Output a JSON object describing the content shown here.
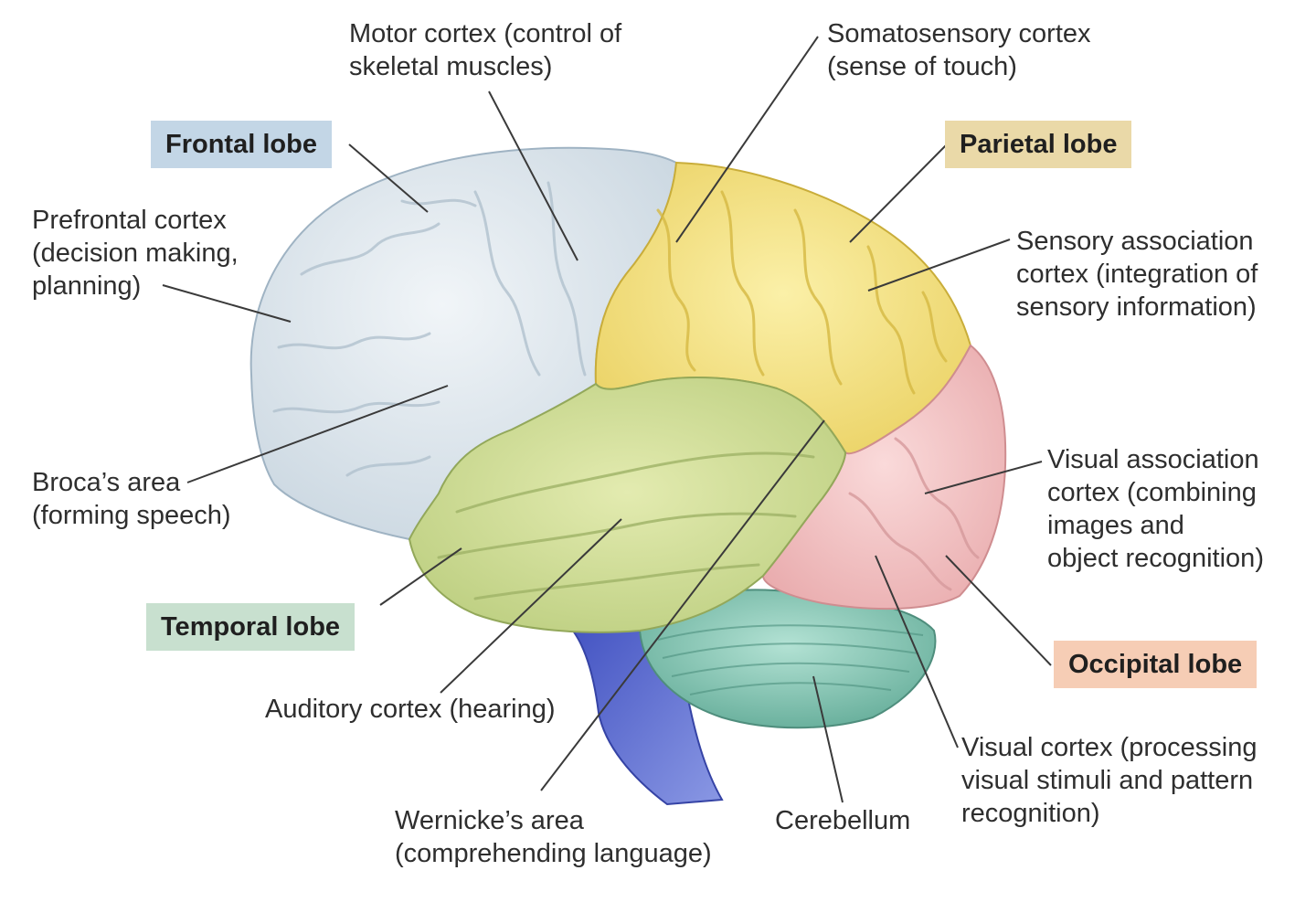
{
  "colors": {
    "frontal": "#dfe7ee",
    "parietal": "#f7e488",
    "temporal": "#d3e09a",
    "occipital": "#f3c3c3",
    "cerebellum": "#8fcfbd",
    "brainstem": "#5b6fd0",
    "frontal_tag": "#c3d6e6",
    "parietal_tag": "#ead9a8",
    "temporal_tag": "#c8e0cf",
    "occipital_tag": "#f6cdb5",
    "leader_line": "#3a3a3a"
  },
  "lobes": {
    "frontal": "Frontal lobe",
    "parietal": "Parietal lobe",
    "temporal": "Temporal lobe",
    "occipital": "Occipital lobe"
  },
  "labels": {
    "motor": [
      "Motor cortex (control of",
      "skeletal muscles)"
    ],
    "somatosensory": [
      "Somatosensory cortex",
      "(sense of touch)"
    ],
    "prefrontal": [
      "Prefrontal cortex",
      "(decision making,",
      "planning)"
    ],
    "sensory_assoc": [
      "Sensory association",
      "cortex (integration of",
      "sensory information)"
    ],
    "broca": [
      "Broca’s area",
      "(forming speech)"
    ],
    "visual_assoc": [
      "Visual association",
      "cortex (combining",
      "images and",
      "object recognition)"
    ],
    "auditory": [
      "Auditory cortex (hearing)"
    ],
    "wernicke": [
      "Wernicke’s area",
      "(comprehending language)"
    ],
    "cerebellum": [
      "Cerebellum"
    ],
    "visual": [
      "Visual cortex (processing",
      "visual stimuli and pattern",
      "recognition)"
    ]
  }
}
